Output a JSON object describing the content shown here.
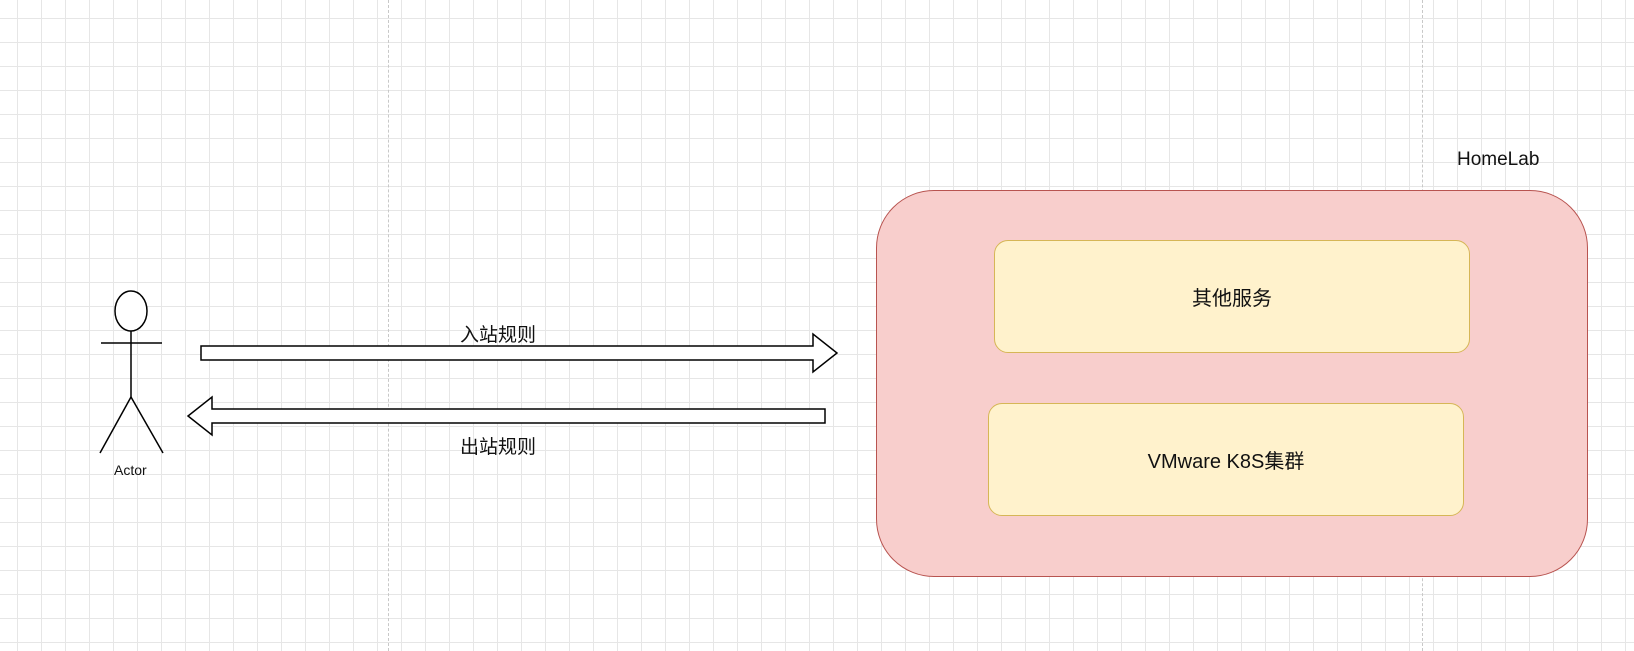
{
  "diagram": {
    "actor": {
      "label": "Actor"
    },
    "inbound_arrow": {
      "label": "入站规则"
    },
    "outbound_arrow": {
      "label": "出站规则"
    },
    "homelab": {
      "label": "HomeLab",
      "fill": "#f8cecc",
      "stroke": "#b85450",
      "services": [
        {
          "label": "其他服务"
        },
        {
          "label": "VMware K8S集群"
        }
      ]
    },
    "service_fill": "#fff2cc",
    "service_stroke": "#d6b656"
  }
}
